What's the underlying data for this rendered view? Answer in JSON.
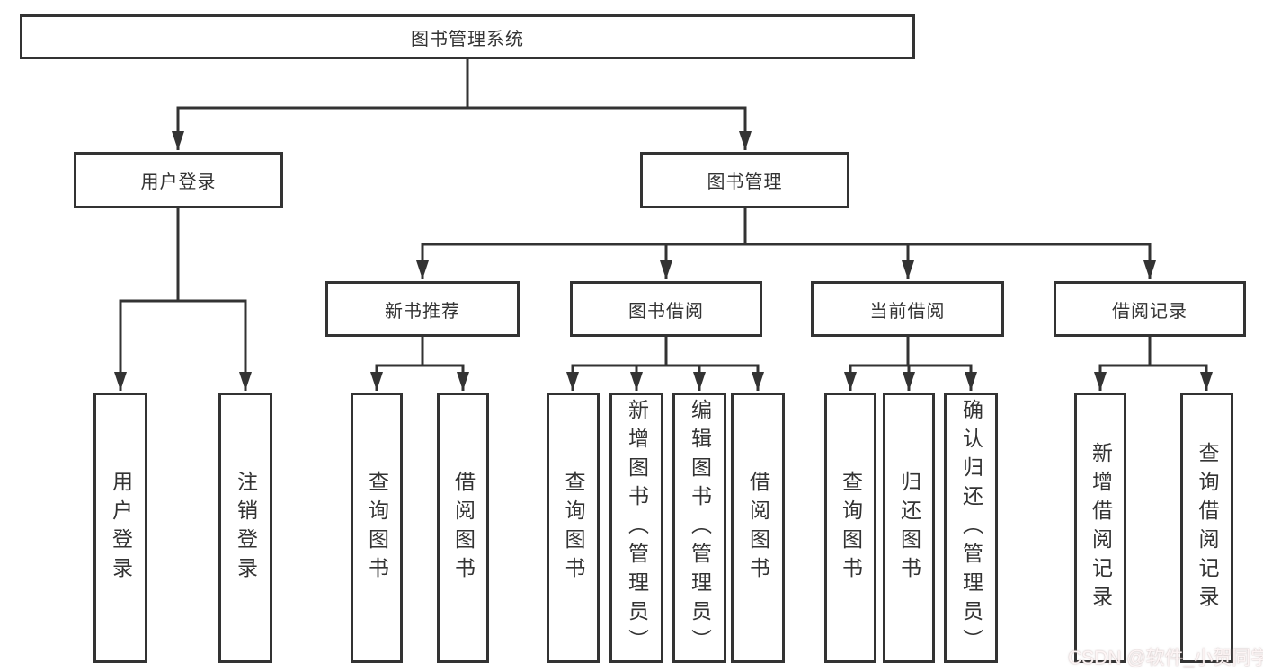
{
  "diagram": {
    "root_label": "图书管理系统",
    "level2": [
      {
        "label": "用户登录"
      },
      {
        "label": "图书管理"
      }
    ],
    "level3": [
      {
        "label": "新书推荐"
      },
      {
        "label": "图书借阅"
      },
      {
        "label": "当前借阅"
      },
      {
        "label": "借阅记录"
      }
    ],
    "leaves": {
      "user_login": [
        "用户登录",
        "注销登录"
      ],
      "new_book_recommend": [
        "查询图书",
        "借阅图书"
      ],
      "book_borrow": [
        "查询图书",
        "新增图书（管理员）",
        "编辑图书（管理员）",
        "借阅图书"
      ],
      "current_borrow": [
        "查询图书",
        "归还图书",
        "确认归还（管理员）"
      ],
      "borrow_records": [
        "新增借阅记录",
        "查询借阅记录"
      ]
    }
  },
  "watermark": {
    "text": "CSDN @软件_小贺同学"
  },
  "colors": {
    "line": "#333333",
    "text": "#333333",
    "background": "#ffffff",
    "watermark_text": "#fff8f8"
  }
}
